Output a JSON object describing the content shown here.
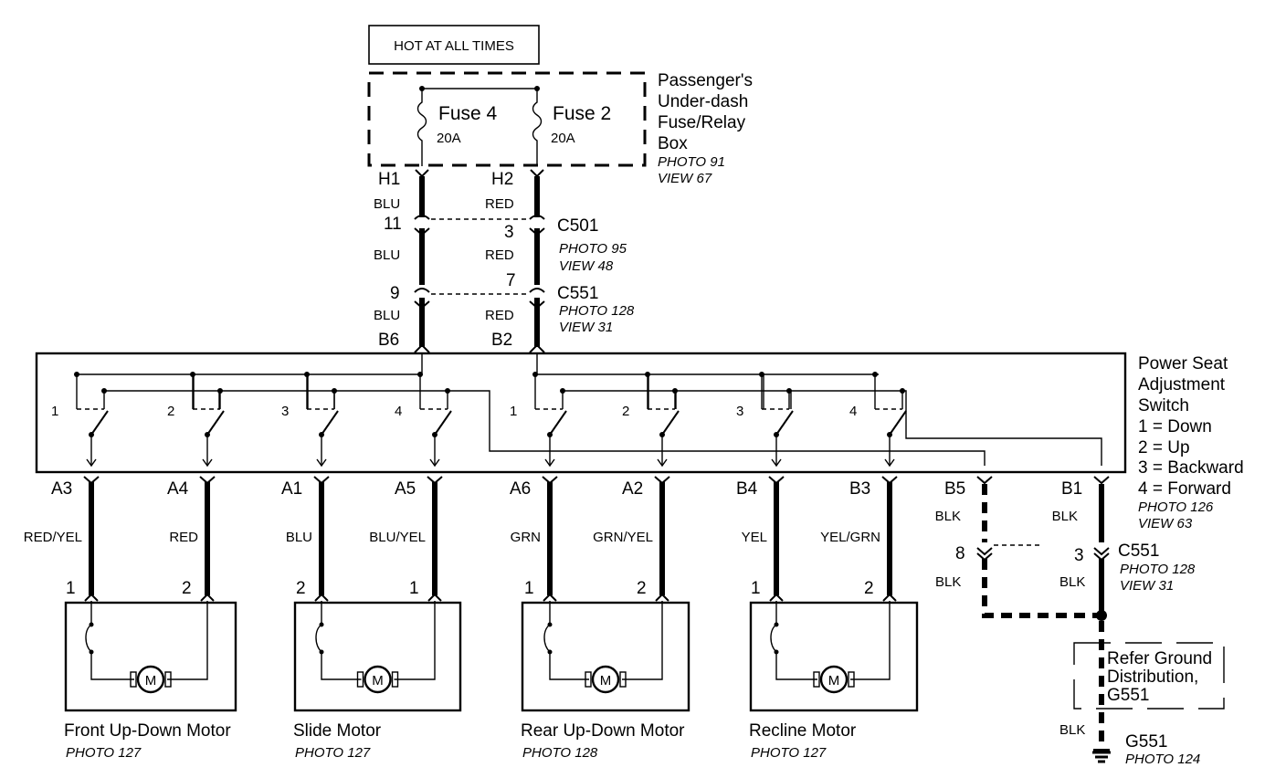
{
  "power": {
    "hot_label": "HOT AT ALL TIMES",
    "fuse_box_lines": [
      "Passenger's",
      "Under-dash",
      "Fuse/Relay",
      "Box"
    ],
    "fuse_box_photo": "PHOTO 91",
    "fuse_box_view": "VIEW 67",
    "fuse1": {
      "name": "Fuse 4",
      "rating": "20A"
    },
    "fuse2": {
      "name": "Fuse 2",
      "rating": "20A"
    }
  },
  "wires_top": {
    "h1": "H1",
    "h2": "H2",
    "blu": "BLU",
    "red": "RED",
    "pin_11": "11",
    "pin_3": "3",
    "pin_9": "9",
    "pin_7": "7",
    "b6": "B6",
    "b2": "B2",
    "c501": "C501",
    "c501_photo": "PHOTO 95",
    "c501_view": "VIEW 48",
    "c551": "C551",
    "c551_photo": "PHOTO 128",
    "c551_view": "VIEW 31"
  },
  "switch": {
    "title_lines": [
      "Power Seat",
      "Adjustment",
      "Switch"
    ],
    "legend": [
      "1 = Down",
      "2 = Up",
      "3 = Backward",
      "4 = Forward"
    ],
    "photo": "PHOTO 126",
    "view": "VIEW 63",
    "position_numbers": [
      "1",
      "2",
      "3",
      "4",
      "1",
      "2",
      "3",
      "4"
    ]
  },
  "outputs": {
    "terminals": [
      "A3",
      "A4",
      "A1",
      "A5",
      "A6",
      "A2",
      "B4",
      "B3",
      "B5",
      "B1"
    ],
    "wire_colors": [
      "RED/YEL",
      "RED",
      "BLU",
      "BLU/YEL",
      "GRN",
      "GRN/YEL",
      "YEL",
      "YEL/GRN",
      "BLK",
      "BLK"
    ],
    "motor_pins": [
      "1",
      "2",
      "2",
      "1",
      "1",
      "2",
      "1",
      "2"
    ]
  },
  "ground": {
    "pin_8": "8",
    "pin_3": "3",
    "blk_left": "BLK",
    "blk_right": "BLK",
    "blk_bottom": "BLK",
    "c551": "C551",
    "c551_photo": "PHOTO 128",
    "c551_view": "VIEW 31",
    "refer_lines": [
      "Refer Ground",
      "Distribution,",
      "G551"
    ],
    "g551": "G551",
    "g551_photo": "PHOTO 124"
  },
  "motors": [
    {
      "name": "Front Up-Down Motor",
      "photo": "PHOTO 127",
      "symbol": "M"
    },
    {
      "name": "Slide Motor",
      "photo": "PHOTO 127",
      "symbol": "M"
    },
    {
      "name": "Rear Up-Down Motor",
      "photo": "PHOTO 128",
      "symbol": "M"
    },
    {
      "name": "Recline Motor",
      "photo": "PHOTO 127",
      "symbol": "M"
    }
  ]
}
